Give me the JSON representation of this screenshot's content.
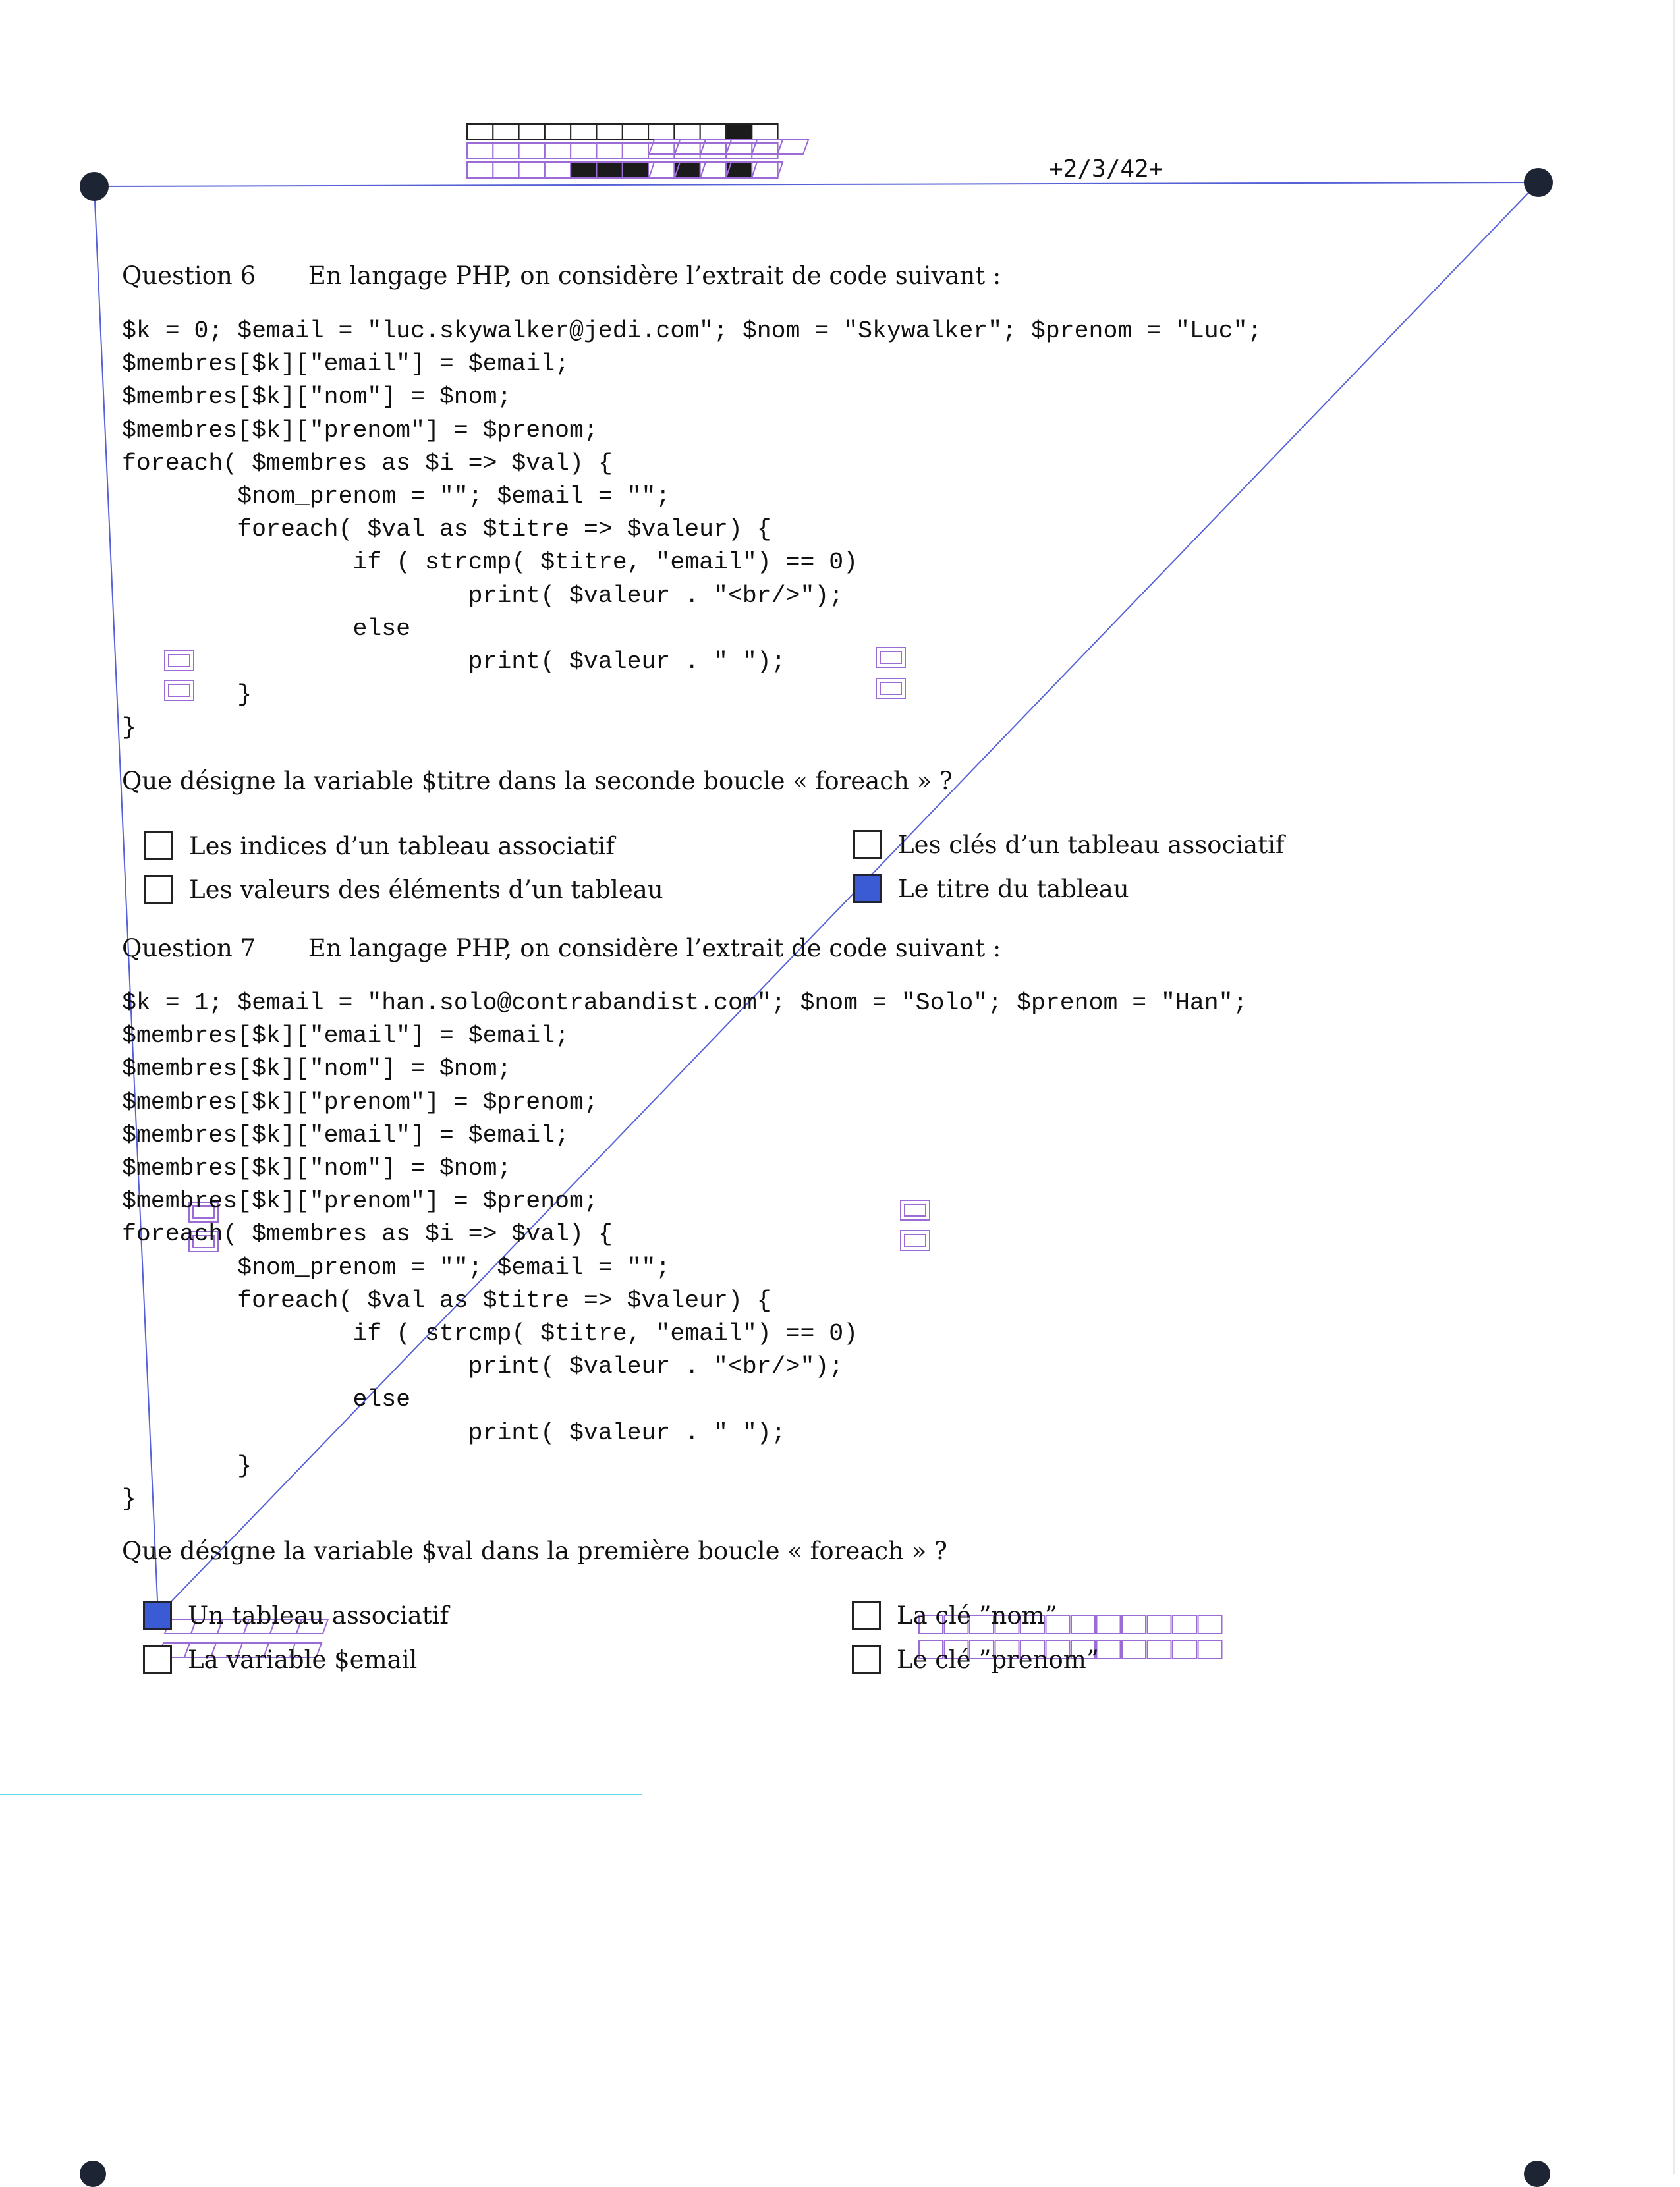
{
  "page": {
    "id_code": "+2/3/42+"
  },
  "header": {
    "marker_row_top": [
      0,
      0,
      0,
      0,
      0,
      0,
      0,
      0,
      0,
      0,
      1,
      0
    ],
    "marker_row_bottom": [
      0,
      0,
      0,
      0,
      1,
      1,
      1,
      0,
      1,
      0,
      1,
      0
    ]
  },
  "questions": [
    {
      "label": "Question 6",
      "prompt": "En langage PHP, on considère l’extrait de code suivant :",
      "code": "$k = 0; $email = \"luc.skywalker@jedi.com\"; $nom = \"Skywalker\"; $prenom = \"Luc\";\n$membres[$k][\"email\"] = $email;\n$membres[$k][\"nom\"] = $nom;\n$membres[$k][\"prenom\"] = $prenom;\nforeach( $membres as $i => $val) {\n        $nom_prenom = \"\"; $email = \"\";\n        foreach( $val as $titre => $valeur) {\n                if ( strcmp( $titre, \"email\") == 0)\n                        print( $valeur . \"<br/>\");\n                else\n                        print( $valeur . \" \");\n        }\n}",
      "question": "Que désigne la variable $titre dans la seconde boucle « foreach » ?",
      "options": [
        {
          "text": "Les indices d’un tableau associatif",
          "checked": false
        },
        {
          "text": "Les clés d’un tableau associatif",
          "checked": false
        },
        {
          "text": "Les valeurs des éléments d’un tableau",
          "checked": false
        },
        {
          "text": "Le titre du tableau",
          "checked": true
        }
      ]
    },
    {
      "label": "Question 7",
      "prompt": "En langage PHP, on considère l’extrait de code suivant :",
      "code": "$k = 1; $email = \"han.solo@contrabandist.com\"; $nom = \"Solo\"; $prenom = \"Han\";\n$membres[$k][\"email\"] = $email;\n$membres[$k][\"nom\"] = $nom;\n$membres[$k][\"prenom\"] = $prenom;\n$membres[$k][\"email\"] = $email;\n$membres[$k][\"nom\"] = $nom;\n$membres[$k][\"prenom\"] = $prenom;\nforeach( $membres as $i => $val) {\n        $nom_prenom = \"\"; $email = \"\";\n        foreach( $val as $titre => $valeur) {\n                if ( strcmp( $titre, \"email\") == 0)\n                        print( $valeur . \"<br/>\");\n                else\n                        print( $valeur . \" \");\n        }\n}",
      "question": "Que désigne la variable $val dans la première boucle « foreach » ?",
      "options": [
        {
          "text": "Un tableau associatif",
          "checked": true
        },
        {
          "text": "La clé ”nom”",
          "checked": false
        },
        {
          "text": "La variable $email",
          "checked": false
        },
        {
          "text": "Le clé ”prenom”",
          "checked": false
        }
      ]
    }
  ],
  "colors": {
    "scan_line": "#5661d6",
    "annotation": "#9b6bd6",
    "checked_fill": "#3a5bd4",
    "cyan_rule": "#5fd9e6"
  }
}
